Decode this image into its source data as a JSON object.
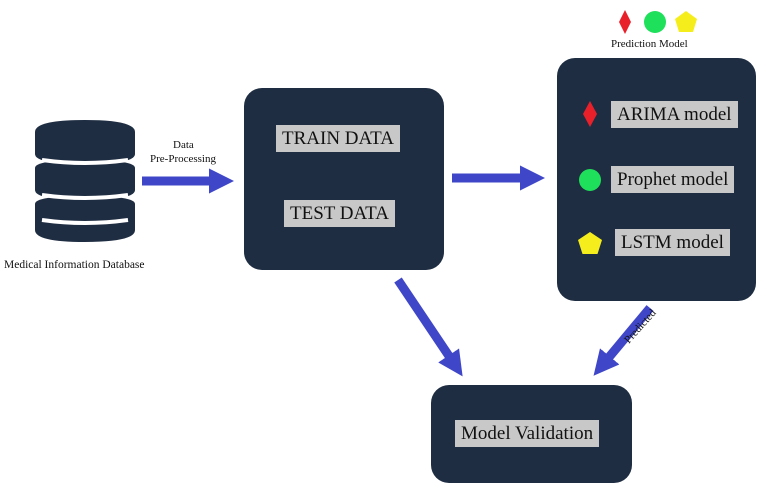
{
  "legend": {
    "title": "Prediction Model",
    "symbols": [
      "diamond-icon",
      "circle-icon",
      "pentagon-icon"
    ]
  },
  "database": {
    "label": "Medical Information Database",
    "icon": "database-icon"
  },
  "preprocess": {
    "line1": "Data",
    "line2": "Pre-Processing"
  },
  "data_box": {
    "train": "TRAIN DATA",
    "test": "TEST DATA"
  },
  "models": [
    {
      "label": "ARIMA model",
      "symbol": "diamond-icon",
      "color": "#e8202a"
    },
    {
      "label": "Prophet model",
      "symbol": "circle-icon",
      "color": "#1ee05a"
    },
    {
      "label": "LSTM model",
      "symbol": "pentagon-icon",
      "color": "#f5ee1c"
    }
  ],
  "predicted_label": "Predicted",
  "validation": {
    "label": "Model Validation"
  },
  "colors": {
    "box": "#1f2d42",
    "arrow": "#3f47c8",
    "label_bg": "#c8c8c8"
  }
}
